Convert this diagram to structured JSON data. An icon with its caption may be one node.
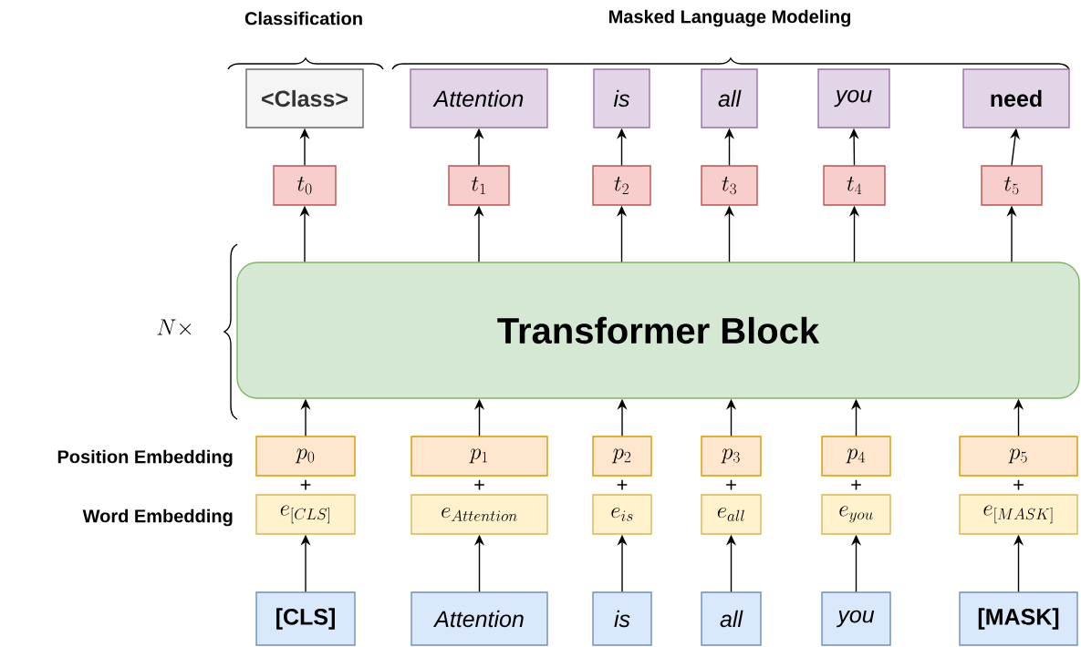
{
  "diagram": {
    "nodes": [
      {
        "text": [
          "<Class>"
        ]
      },
      {
        "text": [
          "Attention"
        ]
      },
      {
        "text": [
          "is"
        ]
      },
      {
        "text": [
          "all"
        ]
      },
      {
        "text": [
          "you"
        ]
      },
      {
        "text": [
          "need"
        ]
      },
      {
        "text": [
          "t_0"
        ]
      },
      {
        "text": [
          "t_1"
        ]
      },
      {
        "text": [
          "t_2"
        ]
      },
      {
        "text": [
          "t_3"
        ]
      },
      {
        "text": [
          "t_4"
        ]
      },
      {
        "text": [
          "t_5"
        ]
      },
      {
        "text": [
          "Transformer Block"
        ]
      },
      {
        "text": [
          "p_0"
        ]
      },
      {
        "text": [
          "p_1"
        ]
      },
      {
        "text": [
          "p_2"
        ]
      },
      {
        "text": [
          "p_3"
        ]
      },
      {
        "text": [
          "p_4"
        ]
      },
      {
        "text": [
          "p_5"
        ]
      },
      {
        "text": [
          "e_{[CLS]}"
        ]
      },
      {
        "text": [
          "e_{Attention}"
        ]
      },
      {
        "text": [
          "e_{is}"
        ]
      },
      {
        "text": [
          "e_{all}"
        ]
      },
      {
        "text": [
          "e_{you}"
        ]
      },
      {
        "text": [
          "e_{[MASK]}"
        ]
      },
      {
        "text": [
          "[CLS]"
        ]
      },
      {
        "text": [
          "Attention"
        ]
      },
      {
        "text": [
          "is"
        ]
      },
      {
        "text": [
          "all"
        ]
      },
      {
        "text": [
          "you"
        ]
      },
      {
        "text": [
          "[MASK]"
        ]
      }
    ],
    "edges": [
      {
        "from": 25,
        "to": 19,
        "arrow": "to"
      },
      {
        "from": 26,
        "to": 20,
        "arrow": "to"
      },
      {
        "from": 27,
        "to": 21,
        "arrow": "to"
      },
      {
        "from": 28,
        "to": 22,
        "arrow": "to"
      },
      {
        "from": 29,
        "to": 23,
        "arrow": "to"
      },
      {
        "from": 30,
        "to": 24,
        "arrow": "to"
      },
      {
        "from": 13,
        "to": 12,
        "arrow": "to"
      },
      {
        "from": 14,
        "to": 12,
        "arrow": "to"
      },
      {
        "from": 15,
        "to": 12,
        "arrow": "to"
      },
      {
        "from": 16,
        "to": 12,
        "arrow": "to"
      },
      {
        "from": 17,
        "to": 12,
        "arrow": "to"
      },
      {
        "from": 18,
        "to": 12,
        "arrow": "to"
      },
      {
        "from": 12,
        "to": 6,
        "arrow": "to"
      },
      {
        "from": 12,
        "to": 7,
        "arrow": "to"
      },
      {
        "from": 12,
        "to": 8,
        "arrow": "to"
      },
      {
        "from": 12,
        "to": 9,
        "arrow": "to"
      },
      {
        "from": 12,
        "to": 10,
        "arrow": "to"
      },
      {
        "from": 12,
        "to": 11,
        "arrow": "to"
      },
      {
        "from": 6,
        "to": 0,
        "arrow": "to"
      },
      {
        "from": 7,
        "to": 1,
        "arrow": "to"
      },
      {
        "from": 8,
        "to": 2,
        "arrow": "to"
      },
      {
        "from": 9,
        "to": 3,
        "arrow": "to"
      },
      {
        "from": 10,
        "to": 4,
        "arrow": "to"
      },
      {
        "from": 11,
        "to": 5,
        "arrow": "to"
      }
    ],
    "labels": [
      "Classification",
      "Masked Language Modeling",
      "N\\times",
      "Position Embedding",
      "Word Embedding",
      "+",
      "+",
      "+",
      "+",
      "+",
      "+"
    ]
  }
}
